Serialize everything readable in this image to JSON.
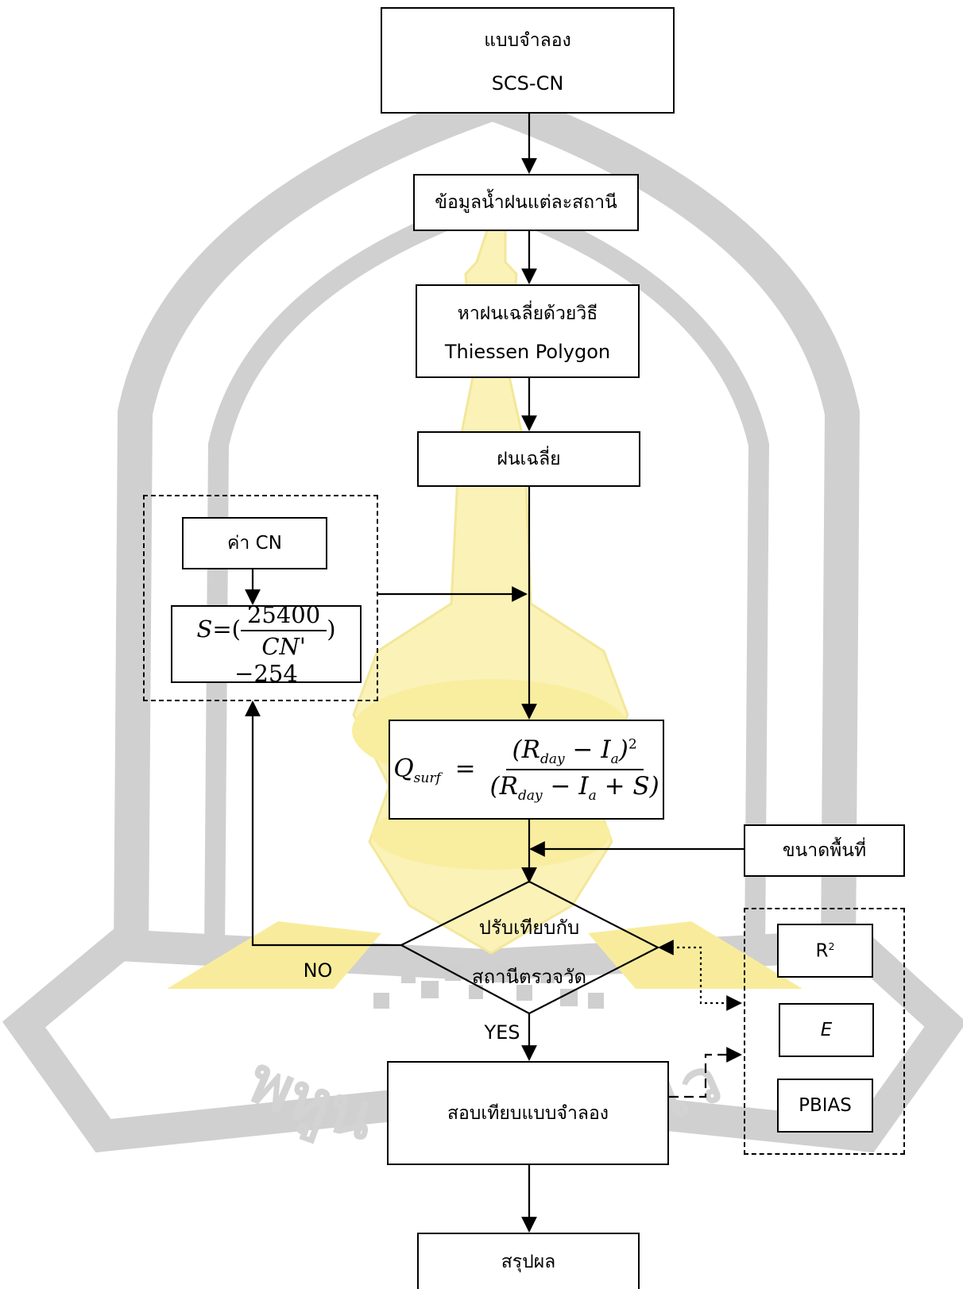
{
  "watermark": {
    "seal_text": "พหูน บัณ ฑิต ชีเว"
  },
  "diagram": {
    "model_box": {
      "line1": "แบบจำลอง",
      "line2": "SCS-CN"
    },
    "rainfall_box": "ข้อมูลน้ำฝนแต่ละสถานี",
    "thiessen_box": {
      "line1": "หาฝนเฉลี่ยด้วยวิธี",
      "line2": "Thiessen Polygon"
    },
    "avg_rain_box": "ฝนเฉลี่ย",
    "cn_box": "ค่า CN",
    "s_formula": {
      "lhs": "S",
      "eq": "=(",
      "num": "25400",
      "den": "CN'",
      "tail": ")−254"
    },
    "q_formula": {
      "lhs": "Q",
      "lhs_sub": "surf",
      "eq": "=",
      "num": "(R",
      "num_sub": "day",
      "num_mid": " − I",
      "num_sub2": "a",
      "num_end": ")",
      "num_sup": "2",
      "den": "(R",
      "den_sub": "day",
      "den_mid": " − I",
      "den_sub2": "a",
      "den_end": " + S)"
    },
    "area_box": "ขนาดพื้นที่",
    "decision": {
      "line1": "ปรับเทียบกับ",
      "line2": "สถานีตรวจวัด"
    },
    "no_label": "NO",
    "yes_label": "YES",
    "compare_box": "สอบเทียบแบบจำลอง",
    "stats": {
      "r2": "R",
      "r2_sup": "2",
      "e": "E",
      "pbias": "PBIAS"
    },
    "conclusion_box": "สรุปผล"
  }
}
